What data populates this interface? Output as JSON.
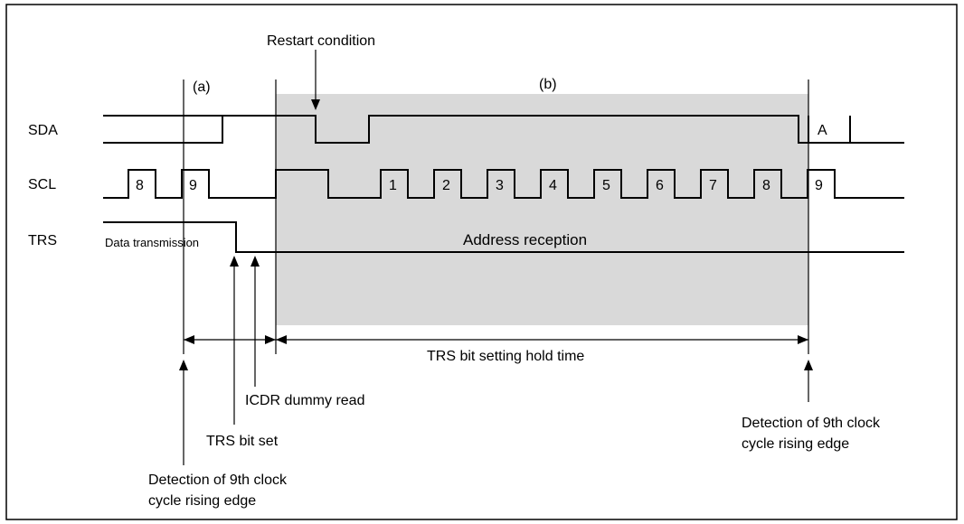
{
  "labels": {
    "restart_condition": "Restart condition",
    "phase_a": "(a)",
    "phase_b": "(b)",
    "sda": "SDA",
    "scl": "SCL",
    "trs": "TRS",
    "data_transmission": "Data transmission",
    "address_reception": "Address reception",
    "hold_time": "TRS bit setting hold time",
    "icdr_dummy_read": "ICDR dummy read",
    "trs_bit_set": "TRS bit set",
    "detect_left_line1": "Detection of 9th clock",
    "detect_left_line2": "cycle rising edge",
    "detect_right_line1": "Detection of 9th clock",
    "detect_right_line2": "cycle rising edge",
    "ack": "A"
  },
  "clock_numbers": {
    "prev_8": "8",
    "prev_9": "9",
    "c1": "1",
    "c2": "2",
    "c3": "3",
    "c4": "4",
    "c5": "5",
    "c6": "6",
    "c7": "7",
    "c8": "8",
    "next_9": "9"
  },
  "colors": {
    "shade": "#d9d9d9",
    "line": "#000000",
    "border": "#000000"
  }
}
